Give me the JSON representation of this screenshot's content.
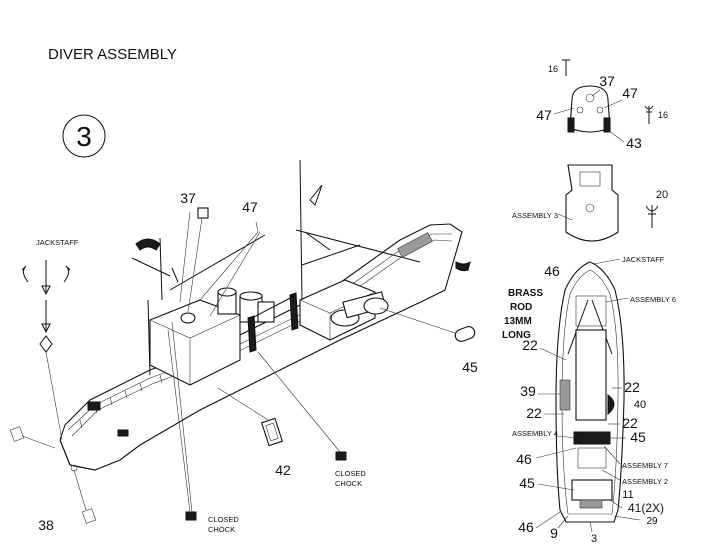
{
  "title": "DIVER ASSEMBLY",
  "step_number": "3",
  "labels": {
    "jackstaff_left": "JACKSTAFF",
    "jackstaff_right": "JACKSTAFF",
    "closed_chock_1_a": "CLOSED",
    "closed_chock_1_b": "CHOCK",
    "closed_chock_2_a": "CLOSED",
    "closed_chock_2_b": "CHOCK",
    "assembly_3": "ASSEMBLY 3",
    "assembly_6": "ASSEMBLY 6",
    "assembly_4": "ASSEMBLY 4",
    "assembly_7": "ASSEMBLY 7",
    "assembly_2": "ASSEMBLY 2",
    "brass_rod_1": "BRASS",
    "brass_rod_2": "ROD",
    "brass_rod_3": "13MM",
    "brass_rod_4": "LONG"
  },
  "callouts": {
    "main_37": "37",
    "main_47": "47",
    "main_45": "45",
    "main_42": "42",
    "main_38": "38",
    "top_16_left": "16",
    "top_37": "37",
    "top_47_right": "47",
    "top_47_left": "47",
    "top_16_right": "16",
    "top_43": "43",
    "mid_20": "20",
    "deck_46_top": "46",
    "deck_22_a": "22",
    "deck_39": "39",
    "deck_22_right": "22",
    "deck_40": "40",
    "deck_22_b": "22",
    "deck_22_c": "22",
    "deck_45_right": "45",
    "deck_46_mid": "46",
    "deck_45_left": "45",
    "deck_11": "11",
    "deck_41": "41(2X)",
    "deck_46_bottom": "46",
    "deck_9": "9",
    "deck_3": "3",
    "deck_29": "29"
  }
}
